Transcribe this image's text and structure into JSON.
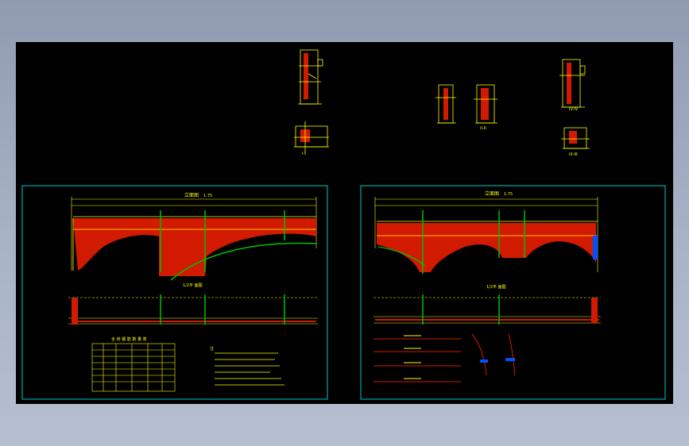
{
  "colors": {
    "background": "#000000",
    "frame": "#00c8c8",
    "line": "#ffff00",
    "fill": "#d21a00",
    "arch": "#00c000",
    "accent": "#0050ff",
    "text": "#ffff00"
  },
  "left_sheet": {
    "elevation_title": "立面图",
    "elevation_scale": "1:75",
    "plan_title": "1/2平 面图",
    "table_title": "全 桥 钢 筋 数 量 表",
    "notes_title": "注"
  },
  "right_sheet": {
    "elevation_title": "立面图",
    "elevation_scale": "1:75",
    "plan_title": "1/2平 面图"
  },
  "section_labels": {
    "s1": "I-I",
    "s2": "II-II",
    "s3": "III-III",
    "s4": "IV-IV"
  }
}
